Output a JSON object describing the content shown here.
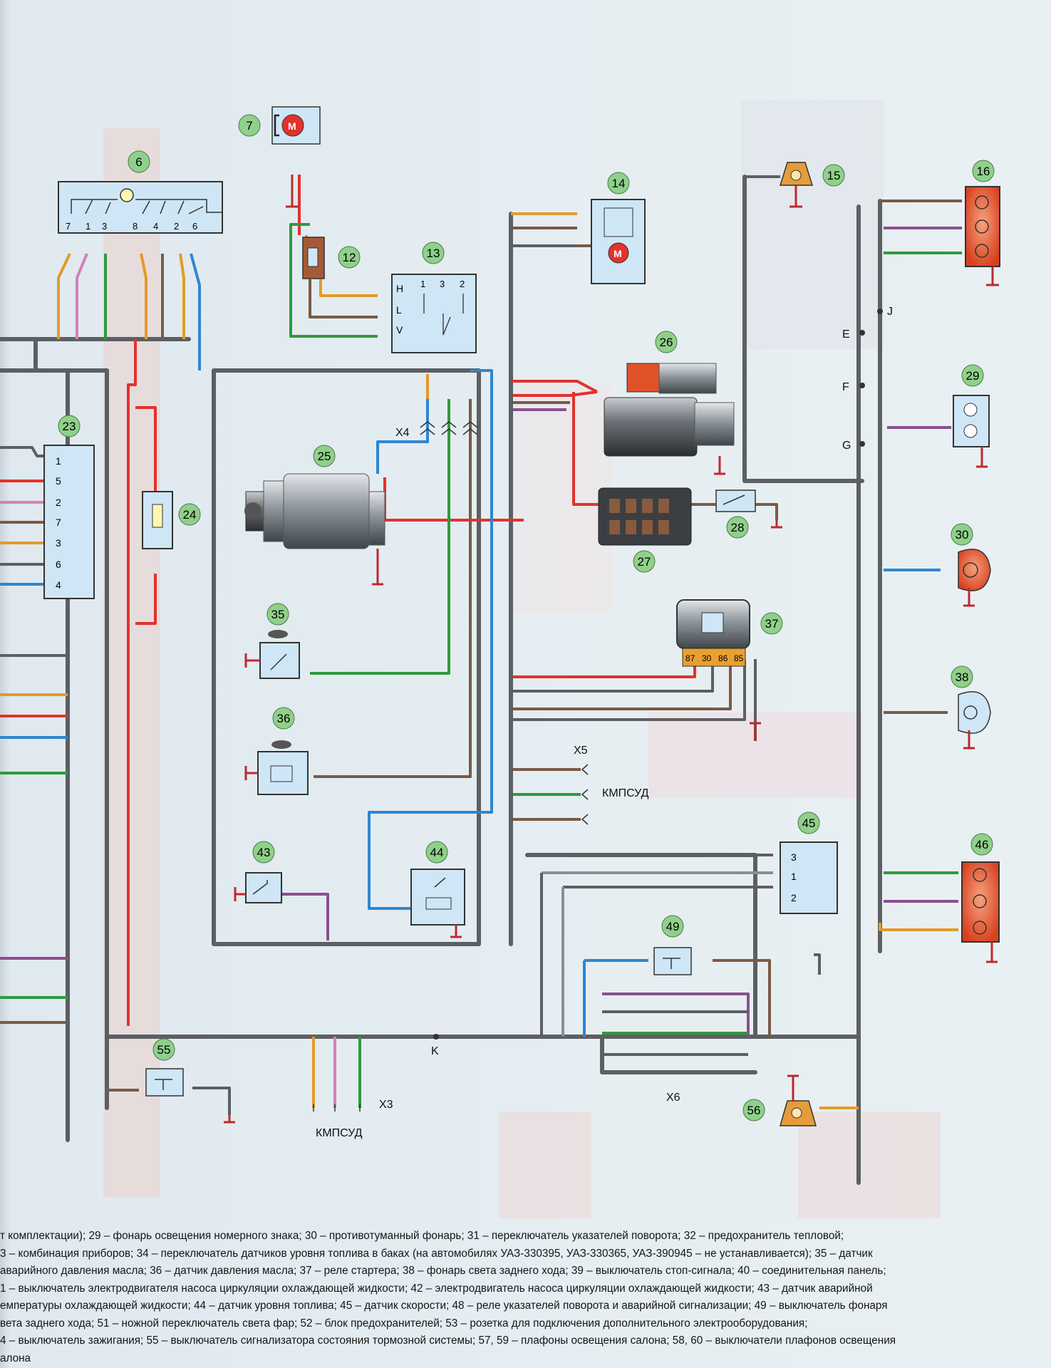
{
  "markers": {
    "n6": "6",
    "n7": "7",
    "n12": "12",
    "n13": "13",
    "n14": "14",
    "n15": "15",
    "n16": "16",
    "n23": "23",
    "n24": "24",
    "n25": "25",
    "n26": "26",
    "n27": "27",
    "n28": "28",
    "n29": "29",
    "n30": "30",
    "n35": "35",
    "n36": "36",
    "n37": "37",
    "n38": "38",
    "n43": "43",
    "n44": "44",
    "n45": "45",
    "n46": "46",
    "n49": "49",
    "n55": "55",
    "n56": "56"
  },
  "switch6_pins": [
    "7",
    "1",
    "3",
    "8",
    "4",
    "2",
    "6"
  ],
  "block13": {
    "inputs": [
      "H",
      "L",
      "V"
    ],
    "pins": [
      "1",
      "3",
      "2"
    ]
  },
  "block23_pins": [
    "1",
    "5",
    "2",
    "7",
    "3",
    "6",
    "4"
  ],
  "relay37_pins": [
    "87",
    "30",
    "86",
    "85"
  ],
  "block45_pins": [
    "3",
    "1",
    "2"
  ],
  "motor_letter": "M",
  "connectors": {
    "x3": "X3",
    "x4": "X4",
    "x5": "X5",
    "x6": "X6",
    "kmpsud_a": "КМПСУД",
    "kmpsud_b": "КМПСУД",
    "node_e": "E",
    "node_f": "F",
    "node_g": "G",
    "node_j": "J",
    "node_k": "K"
  },
  "caption_lines": [
    "т комплектации); 29 – фонарь освещения номерного знака; 30 – противотуманный фонарь; 31 – переключатель указателей поворота; 32 – предохранитель тепловой;",
    "3 – комбинация приборов; 34 – переключатель датчиков уровня топлива в баках (на автомобилях УАЗ-330395, УАЗ-330365, УАЗ-390945 – не устанавливается); 35 – датчик",
    "аварийного давления масла; 36 – датчик давления масла; 37 – реле стартера; 38 – фонарь света заднего хода; 39 – выключатель стоп-сигнала; 40 – соединительная панель;",
    "1 – выключатель электродвигателя насоса циркуляции охлаждающей жидкости; 42 – электродвигатель насоса циркуляции охлаждающей жидкости; 43 – датчик аварийной",
    "емпературы охлаждающей жидкости; 44 – датчик уровня топлива; 45 – датчик скорости; 48 – реле указателей поворота и аварийной сигнализации; 49 – выключатель фонаря",
    "вета заднего хода; 51 – ножной переключатель света фар; 52 – блок предохранителей; 53 – розетка для подключения дополнительного электрооборудования;",
    "4 – выключатель зажигания; 55 – выключатель сигнализатора состояния тормозной системы; 57, 59 – плафоны освещения салона; 58, 60 – выключатели плафонов освещения",
    "алона"
  ],
  "colors": {
    "gray_wire": "#5c5f63",
    "red_wire": "#e2322b",
    "blue_wire": "#2f86cf",
    "green_wire": "#2f9a3a",
    "brown_wire": "#7a5a45",
    "orange_wire": "#e39a2a",
    "violet_wire": "#8a4f8f",
    "pink_wire": "#d77fb8",
    "marker_fill": "#8fd08a",
    "box_fill": "#cfe6f6",
    "lamp_orange": "#e8552b"
  }
}
